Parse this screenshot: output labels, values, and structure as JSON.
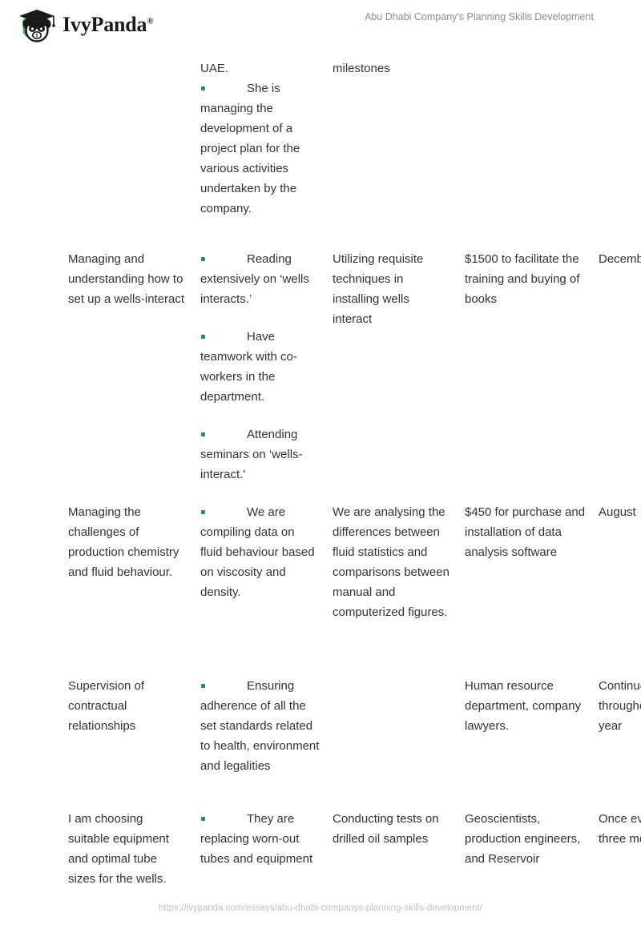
{
  "header": {
    "brand_name": "IvyPanda",
    "brand_registered_mark": "®",
    "logo_icon": "panda-graduate-logo",
    "document_title": "Abu Dhabi Company's Planning Skills Development"
  },
  "colors": {
    "bullet": "#1f8a7d",
    "text": "#333333",
    "header_title": "#8d8d8d",
    "footer_url": "#c2c2c2",
    "logo_leaf": "#3fa64b",
    "page_background": "#ffffff"
  },
  "table": {
    "rows": [
      {
        "col0": [],
        "col1": [
          {
            "type": "text",
            "text": "UAE."
          },
          {
            "type": "bullet",
            "text": "She is managing the development of a project plan for the various activities undertaken by the company."
          }
        ],
        "col2": [
          {
            "type": "text",
            "text": "milestones"
          }
        ],
        "col3": [],
        "col4": []
      },
      {
        "col0": [
          {
            "type": "text",
            "text": "Managing and understanding how to set up a wells-interact"
          }
        ],
        "col1": [
          {
            "type": "bullet",
            "text": "Reading extensively on ‘wells interacts.’"
          },
          {
            "type": "bullet",
            "text": "Have teamwork with co-workers in the department."
          },
          {
            "type": "bullet",
            "text": "Attending seminars on ‘wells-interact.'"
          }
        ],
        "col2": [
          {
            "type": "text",
            "text": "Utilizing requisite techniques in installing wells interact"
          }
        ],
        "col3": [
          {
            "type": "text",
            "text": "$1500 to facilitate the training and buying of books"
          }
        ],
        "col4": [
          {
            "type": "text",
            "text": "December"
          }
        ]
      },
      {
        "col0": [
          {
            "type": "text",
            "text": "Managing the challenges of production chemistry and fluid behaviour."
          }
        ],
        "col1": [
          {
            "type": "bullet",
            "text": "We are compiling data on fluid behaviour based on viscosity and density."
          }
        ],
        "col2": [
          {
            "type": "text",
            "text": "We are analysing the differences between fluid statistics and comparisons between manual and computerized figures."
          }
        ],
        "col3": [
          {
            "type": "text",
            "text": "$450 for purchase and installation of data analysis software"
          }
        ],
        "col4": [
          {
            "type": "text",
            "text": "August"
          }
        ]
      },
      {
        "col0": [
          {
            "type": "text",
            "text": "Supervision of contractual relationships"
          }
        ],
        "col1": [
          {
            "type": "bullet",
            "text": "Ensuring adherence of all the set standards related to health, environment and legalities"
          }
        ],
        "col2": [],
        "col3": [
          {
            "type": "text",
            "text": "Human resource department, company lawyers."
          }
        ],
        "col4": [
          {
            "type": "text",
            "text": "Continuous throughout the year"
          }
        ]
      },
      {
        "col0": [
          {
            "type": "text",
            "text": "I am choosing suitable equipment and optimal tube sizes for the wells."
          }
        ],
        "col1": [
          {
            "type": "bullet",
            "text": "They are replacing worn-out tubes and equipment"
          }
        ],
        "col2": [
          {
            "type": "text",
            "text": "Conducting tests on drilled oil samples"
          }
        ],
        "col3": [
          {
            "type": "text",
            "text": "Geoscientists, production engineers, and Reservoir"
          }
        ],
        "col4": [
          {
            "type": "text",
            "text": "Once every three months"
          }
        ]
      }
    ]
  },
  "footer": {
    "url": "https://ivypanda.com/essays/abu-dhabi-companys-planning-skills-development/"
  }
}
